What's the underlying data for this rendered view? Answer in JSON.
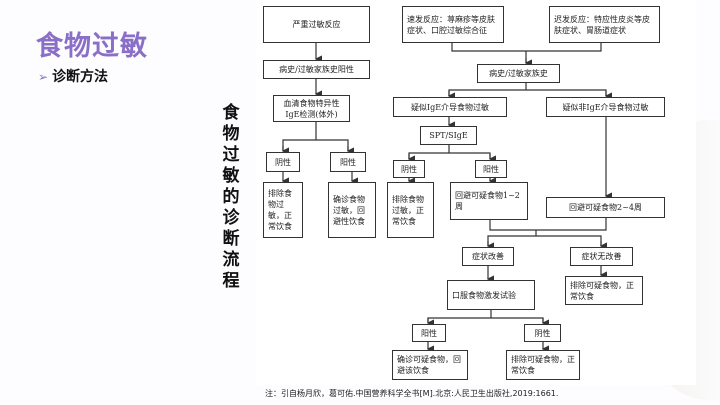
{
  "header": {
    "title": "食物过敏",
    "subtitle": "诊断方法",
    "bullet": "➢"
  },
  "vertical_label": "食物过敏的诊断流程",
  "flow": {
    "severe": "严重过敏反应",
    "immediate": "速发反应：荨麻疹等皮肤症状、口腔过敏综合征",
    "delayed": "迟发反应：特应性皮炎等皮肤症状、胃肠道症状",
    "history_pos": "病史/过敏家族史阳性",
    "history": "病史/过敏家族史",
    "serum": "血清食物特异性IgE检测(体外)",
    "ige": "疑似IgE介导食物过敏",
    "non_ige": "疑似非IgE介导食物过敏",
    "spt": "SPT/SIgE",
    "neg1": "阴性",
    "pos1": "阳性",
    "exclude1": "排除食物过敏，正常饮食",
    "confirm1": "确诊食物过敏，回避性饮食",
    "neg2": "阴性",
    "pos2": "阳性",
    "exclude2": "排除食物过敏，正常饮食",
    "avoid12": "回避可疑食物1~2周",
    "avoid24": "回避可疑食物2~4周",
    "improved": "症状改善",
    "not_improved": "症状无改善",
    "ofc": "口服食物激发试验",
    "exclude_right": "排除可疑食物，正常饮食",
    "pos3": "阳性",
    "neg3": "阴性",
    "confirm3": "确诊可疑食物，回避该饮食",
    "exclude3": "排除可疑食物，正常饮食"
  },
  "footnote": "注：引自杨月欣，葛可佑.中国营养科学全书[M].北京:人民卫生出版社,2019:1661."
}
